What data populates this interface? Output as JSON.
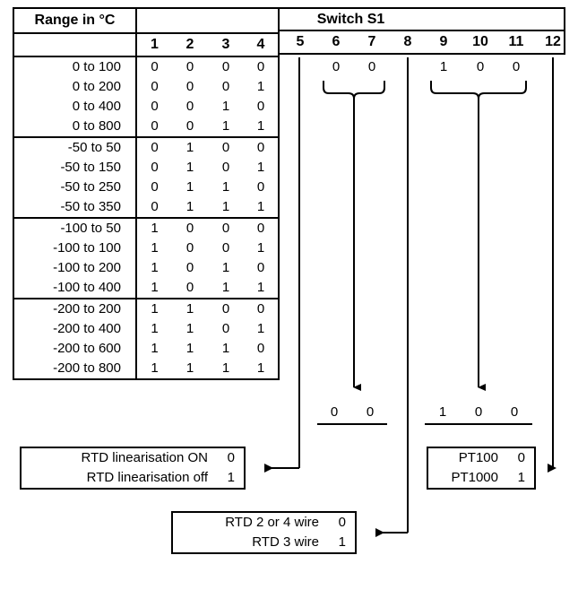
{
  "table": {
    "header": {
      "range_label": "Range in °C",
      "switch_label": "Switch S1",
      "switch_numbers": [
        "1",
        "2",
        "3",
        "4",
        "5",
        "6",
        "7",
        "8",
        "9",
        "10",
        "11",
        "12"
      ]
    },
    "groups": [
      {
        "rows": [
          {
            "range": "0 to 100",
            "bits": [
              "0",
              "0",
              "0",
              "0"
            ]
          },
          {
            "range": "0 to 200",
            "bits": [
              "0",
              "0",
              "0",
              "1"
            ]
          },
          {
            "range": "0 to 400",
            "bits": [
              "0",
              "0",
              "1",
              "0"
            ]
          },
          {
            "range": "0 to 800",
            "bits": [
              "0",
              "0",
              "1",
              "1"
            ]
          }
        ]
      },
      {
        "rows": [
          {
            "range": "-50 to 50",
            "bits": [
              "0",
              "1",
              "0",
              "0"
            ]
          },
          {
            "range": "-50 to 150",
            "bits": [
              "0",
              "1",
              "0",
              "1"
            ]
          },
          {
            "range": "-50 to 250",
            "bits": [
              "0",
              "1",
              "1",
              "0"
            ]
          },
          {
            "range": "-50 to 350",
            "bits": [
              "0",
              "1",
              "1",
              "1"
            ]
          }
        ]
      },
      {
        "rows": [
          {
            "range": "-100 to 50",
            "bits": [
              "1",
              "0",
              "0",
              "0"
            ]
          },
          {
            "range": "-100 to 100",
            "bits": [
              "1",
              "0",
              "0",
              "1"
            ]
          },
          {
            "range": "-100 to 200",
            "bits": [
              "1",
              "0",
              "1",
              "0"
            ]
          },
          {
            "range": "-100 to 400",
            "bits": [
              "1",
              "0",
              "1",
              "1"
            ]
          }
        ]
      },
      {
        "rows": [
          {
            "range": "-200 to 200",
            "bits": [
              "1",
              "1",
              "0",
              "0"
            ]
          },
          {
            "range": "-200 to 400",
            "bits": [
              "1",
              "1",
              "0",
              "1"
            ]
          },
          {
            "range": "-200 to 600",
            "bits": [
              "1",
              "1",
              "1",
              "0"
            ]
          },
          {
            "range": "-200 to 800",
            "bits": [
              "1",
              "1",
              "1",
              "1"
            ]
          }
        ]
      }
    ]
  },
  "switch_groups": {
    "group_67": {
      "top_bits": [
        "0",
        "0"
      ],
      "bottom_bits": [
        "0",
        "0"
      ],
      "switches": [
        "6",
        "7"
      ]
    },
    "group_91011": {
      "top_bits": [
        "1",
        "0",
        "0"
      ],
      "bottom_bits": [
        "1",
        "0",
        "0"
      ],
      "switches": [
        "9",
        "10",
        "11"
      ]
    }
  },
  "boxes": {
    "linearisation": {
      "rows": [
        {
          "label": "RTD linearisation ON",
          "value": "0"
        },
        {
          "label": "RTD linearisation off",
          "value": "1"
        }
      ]
    },
    "pt_type": {
      "rows": [
        {
          "label": "PT100",
          "value": "0"
        },
        {
          "label": "PT1000",
          "value": "1"
        }
      ]
    },
    "wiring": {
      "rows": [
        {
          "label": "RTD 2 or 4 wire",
          "value": "0"
        },
        {
          "label": "RTD 3 wire",
          "value": "1"
        }
      ]
    }
  },
  "colors": {
    "line": "#000000",
    "background": "#ffffff"
  }
}
